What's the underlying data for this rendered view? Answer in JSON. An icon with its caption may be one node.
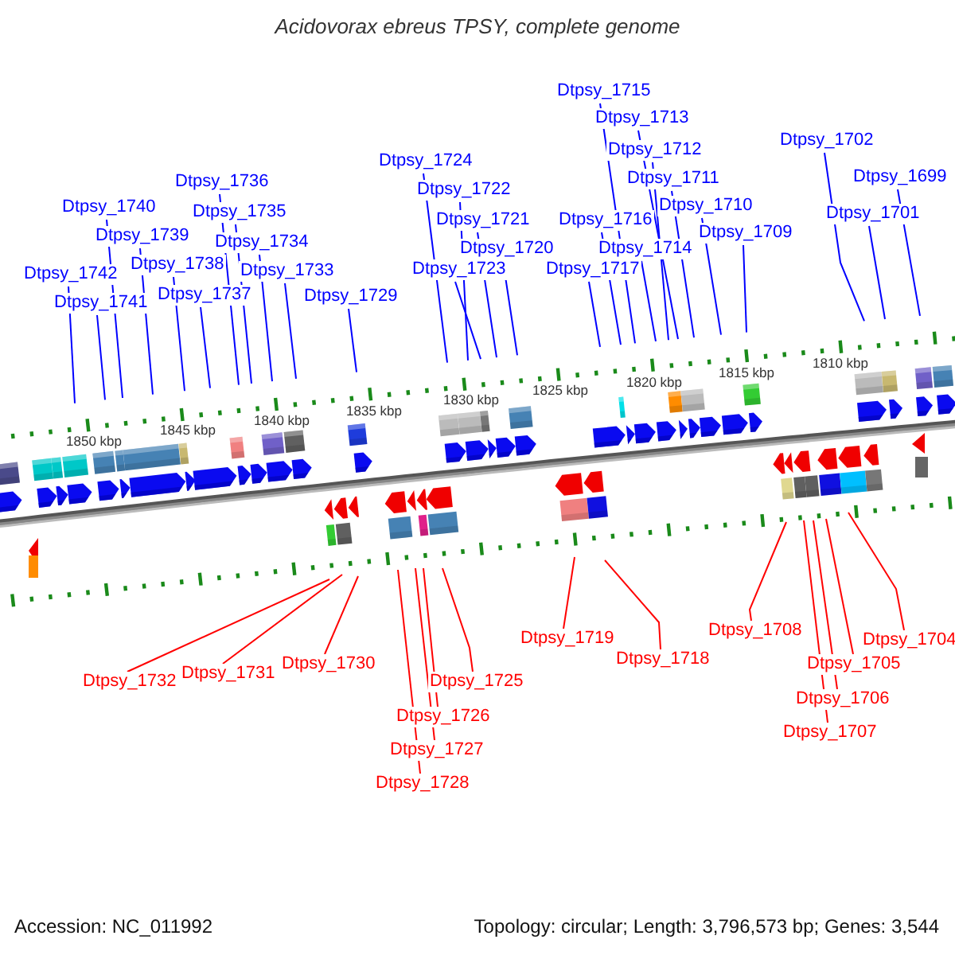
{
  "diagram": {
    "title": "Acidovorax ebreus TPSY, complete genome",
    "nodes": [
      {
        "text": [
          "Dtpsy_1742"
        ]
      },
      {
        "text": [
          "Dtpsy_1741"
        ]
      },
      {
        "text": [
          "Dtpsy_1740"
        ]
      },
      {
        "text": [
          "Dtpsy_1739"
        ]
      },
      {
        "text": [
          "Dtpsy_1738"
        ]
      },
      {
        "text": [
          "Dtpsy_1737"
        ]
      },
      {
        "text": [
          "Dtpsy_1736"
        ]
      },
      {
        "text": [
          "Dtpsy_1735"
        ]
      },
      {
        "text": [
          "Dtpsy_1734"
        ]
      },
      {
        "text": [
          "Dtpsy_1733"
        ]
      },
      {
        "text": [
          "Dtpsy_1729"
        ]
      },
      {
        "text": [
          "Dtpsy_1724"
        ]
      },
      {
        "text": [
          "Dtpsy_1722"
        ]
      },
      {
        "text": [
          "Dtpsy_1723"
        ]
      },
      {
        "text": [
          "Dtpsy_1721"
        ]
      },
      {
        "text": [
          "Dtpsy_1720"
        ]
      },
      {
        "text": [
          "Dtpsy_1717"
        ]
      },
      {
        "text": [
          "Dtpsy_1716"
        ]
      },
      {
        "text": [
          "Dtpsy_1715"
        ]
      },
      {
        "text": [
          "Dtpsy_1714"
        ]
      },
      {
        "text": [
          "Dtpsy_1713"
        ]
      },
      {
        "text": [
          "Dtpsy_1712"
        ]
      },
      {
        "text": [
          "Dtpsy_1711"
        ]
      },
      {
        "text": [
          "Dtpsy_1710"
        ]
      },
      {
        "text": [
          "Dtpsy_1709"
        ]
      },
      {
        "text": [
          "Dtpsy_1702"
        ]
      },
      {
        "text": [
          "Dtpsy_1701"
        ]
      },
      {
        "text": [
          "Dtpsy_1699"
        ]
      },
      {
        "text": [
          "Dtpsy_1732"
        ]
      },
      {
        "text": [
          "Dtpsy_1731"
        ]
      },
      {
        "text": [
          "Dtpsy_1730"
        ]
      },
      {
        "text": [
          "Dtpsy_1728"
        ]
      },
      {
        "text": [
          "Dtpsy_1727"
        ]
      },
      {
        "text": [
          "Dtpsy_1726"
        ]
      },
      {
        "text": [
          "Dtpsy_1725"
        ]
      },
      {
        "text": [
          "Dtpsy_1719"
        ]
      },
      {
        "text": [
          "Dtpsy_1718"
        ]
      },
      {
        "text": [
          "Dtpsy_1708"
        ]
      },
      {
        "text": [
          "Dtpsy_1707"
        ]
      },
      {
        "text": [
          "Dtpsy_1706"
        ]
      },
      {
        "text": [
          "Dtpsy_1705"
        ]
      },
      {
        "text": [
          "Dtpsy_1704"
        ]
      }
    ],
    "edges": [
      {
        "from": 0,
        "to": null,
        "arrow": "none"
      },
      {
        "from": 1,
        "to": null,
        "arrow": "none"
      },
      {
        "from": 2,
        "to": null,
        "arrow": "none"
      },
      {
        "from": 3,
        "to": null,
        "arrow": "none"
      },
      {
        "from": 4,
        "to": null,
        "arrow": "none"
      },
      {
        "from": 5,
        "to": null,
        "arrow": "none"
      },
      {
        "from": 6,
        "to": null,
        "arrow": "none"
      },
      {
        "from": 7,
        "to": null,
        "arrow": "none"
      },
      {
        "from": 8,
        "to": null,
        "arrow": "none"
      },
      {
        "from": 9,
        "to": null,
        "arrow": "none"
      },
      {
        "from": 10,
        "to": null,
        "arrow": "none"
      },
      {
        "from": 11,
        "to": null,
        "arrow": "none"
      },
      {
        "from": 12,
        "to": null,
        "arrow": "none"
      },
      {
        "from": 13,
        "to": null,
        "arrow": "none"
      },
      {
        "from": 14,
        "to": null,
        "arrow": "none"
      },
      {
        "from": 15,
        "to": null,
        "arrow": "none"
      },
      {
        "from": 16,
        "to": null,
        "arrow": "none"
      },
      {
        "from": 17,
        "to": null,
        "arrow": "none"
      },
      {
        "from": 18,
        "to": null,
        "arrow": "none"
      },
      {
        "from": 19,
        "to": null,
        "arrow": "none"
      },
      {
        "from": 20,
        "to": null,
        "arrow": "none"
      },
      {
        "from": 21,
        "to": null,
        "arrow": "none"
      },
      {
        "from": 22,
        "to": null,
        "arrow": "none"
      },
      {
        "from": 23,
        "to": null,
        "arrow": "none"
      },
      {
        "from": 24,
        "to": null,
        "arrow": "none"
      },
      {
        "from": 25,
        "to": null,
        "arrow": "none"
      },
      {
        "from": 26,
        "to": null,
        "arrow": "none"
      },
      {
        "from": 27,
        "to": null,
        "arrow": "none"
      },
      {
        "from": 28,
        "to": null,
        "arrow": "none",
        "color": "#ff0000"
      },
      {
        "from": 29,
        "to": null,
        "arrow": "none",
        "color": "#ff0000"
      },
      {
        "from": 30,
        "to": null,
        "arrow": "none",
        "color": "#ff0000"
      },
      {
        "from": 31,
        "to": null,
        "arrow": "none",
        "color": "#ff0000"
      },
      {
        "from": 32,
        "to": null,
        "arrow": "none",
        "color": "#ff0000"
      },
      {
        "from": 33,
        "to": null,
        "arrow": "none",
        "color": "#ff0000"
      },
      {
        "from": 34,
        "to": null,
        "arrow": "none",
        "color": "#ff0000"
      },
      {
        "from": 35,
        "to": null,
        "arrow": "none",
        "color": "#ff0000"
      },
      {
        "from": 36,
        "to": null,
        "arrow": "none",
        "color": "#ff0000"
      },
      {
        "from": 37,
        "to": null,
        "arrow": "none",
        "color": "#ff0000"
      },
      {
        "from": 38,
        "to": null,
        "arrow": "none",
        "color": "#ff0000"
      },
      {
        "from": 39,
        "to": null,
        "arrow": "none",
        "color": "#ff0000"
      },
      {
        "from": 40,
        "to": null,
        "arrow": "none",
        "color": "#ff0000"
      },
      {
        "from": 41,
        "to": null,
        "arrow": "none",
        "color": "#ff0000"
      }
    ],
    "labels": [
      "1850 kbp",
      "1845 kbp",
      "1840 kbp",
      "1835 kbp",
      "1830 kbp",
      "1825 kbp",
      "1820 kbp",
      "1815 kbp",
      "1810 kbp",
      "Accession: NC_011992",
      "Topology: circular; Length: 3,796,573 bp; Genes: 3,544"
    ]
  }
}
